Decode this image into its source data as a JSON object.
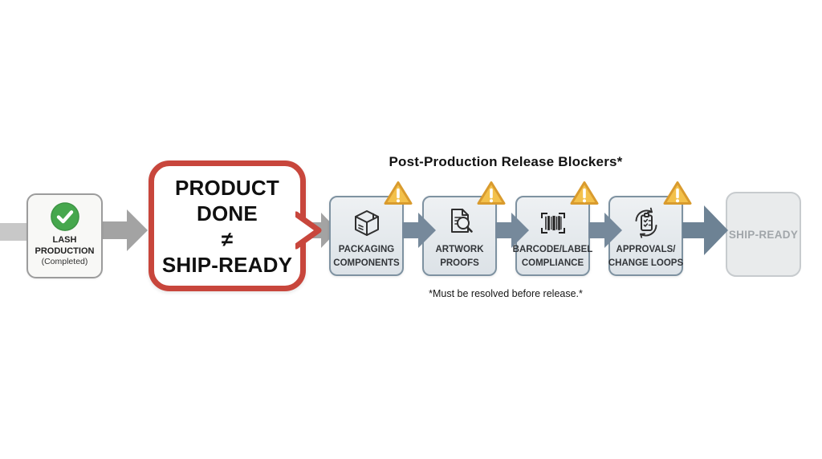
{
  "diagram": {
    "start": {
      "name_line1": "LASH",
      "name_line2": "PRODUCTION",
      "status": "(Completed)",
      "icon": "check-circle-icon"
    },
    "callout": {
      "line1": "PRODUCT",
      "line2": "DONE",
      "line3": "≠",
      "line4": "SHIP-READY"
    },
    "blockers_section": {
      "title": "Post-Production Release Blockers*",
      "footnote": "*Must be resolved before release.*",
      "items": [
        {
          "label_line1": "PACKAGING",
          "label_line2": "COMPONENTS",
          "icon": "package-icon",
          "status_icon": "warning-triangle-icon"
        },
        {
          "label_line1": "ARTWORK",
          "label_line2": "PROOFS",
          "icon": "artwork-proof-icon",
          "status_icon": "warning-triangle-icon"
        },
        {
          "label_line1": "BARCODE/LABEL",
          "label_line2": "COMPLIANCE",
          "icon": "barcode-icon",
          "status_icon": "warning-triangle-icon"
        },
        {
          "label_line1": "APPROVALS/",
          "label_line2": "CHANGE LOOPS",
          "icon": "approval-cycle-icon",
          "status_icon": "warning-triangle-icon"
        }
      ]
    },
    "end": {
      "label": "SHIP-READY"
    },
    "colors": {
      "callout_red": "#c8463c",
      "warning_fill": "#f3c14b",
      "warning_border": "#d99b2e",
      "success_green": "#46a74d",
      "slate_arrow": "#76899b",
      "slate_arrow_dark": "#6d8294",
      "gray_arrow": "#a3a3a3",
      "gray_arrow_light": "#c8c8c8",
      "blocker_border": "#7e92a1",
      "blocker_fill": "#eaeef1",
      "end_text_gray": "#a1a6aa"
    }
  }
}
